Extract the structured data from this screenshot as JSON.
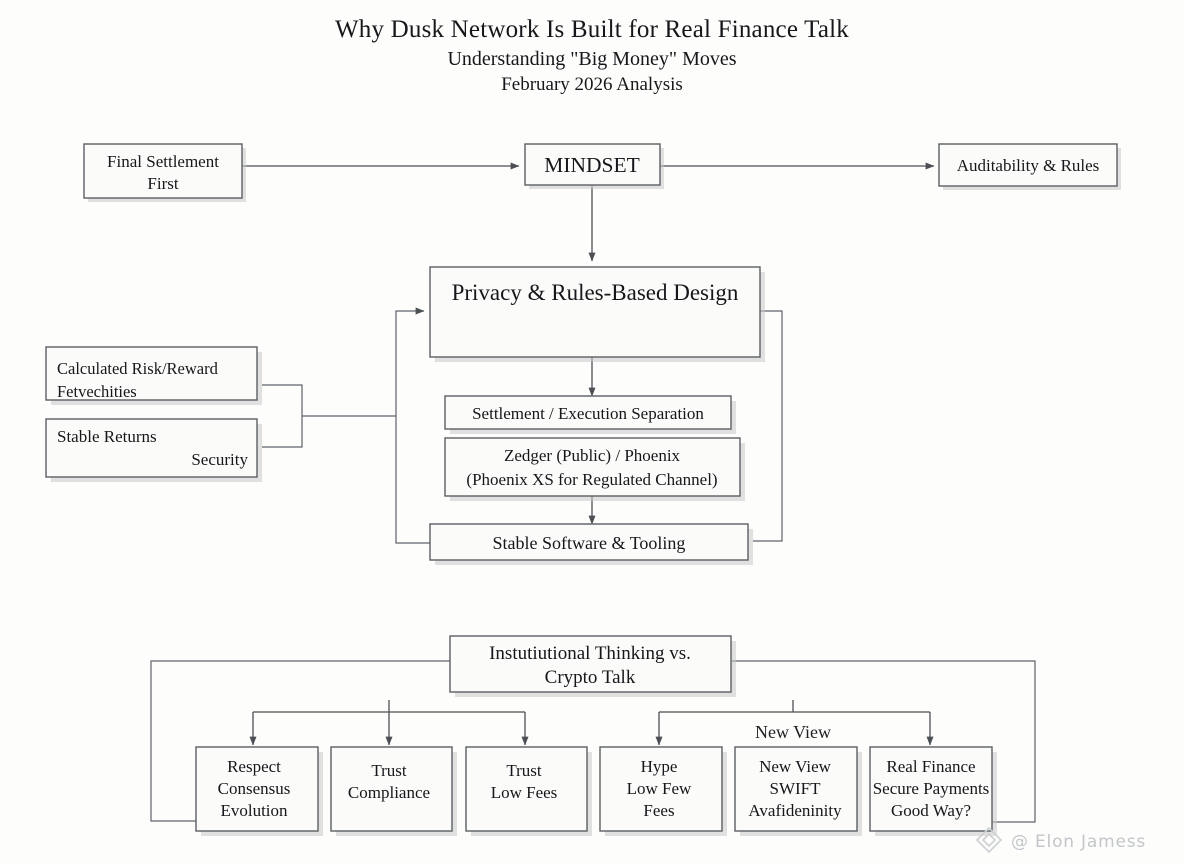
{
  "header": {
    "title": "Why Dusk Network Is Built for Real Finance Talk",
    "subtitle": "Understanding \"Big Money\" Moves",
    "date_line": "February 2026 Analysis"
  },
  "nodes": {
    "final_settlement": {
      "line1": "Final Settlement",
      "line2": "First"
    },
    "mindset": {
      "label": "MINDSET"
    },
    "auditability": {
      "label": "Auditability & Rules"
    },
    "privacy": {
      "label": "Privacy & Rules-Based Design"
    },
    "calculated_risk": {
      "line1": "Calculated Risk/Reward",
      "line2": "Fetvechities"
    },
    "stable_returns": {
      "line1": "Stable Returns",
      "line2": "Security"
    },
    "settlement_execution": {
      "label": "Settlement / Execution Separation"
    },
    "zedger": {
      "line1": "Zedger (Public) / Phoenix",
      "line2": "(Phoenix XS for Regulated Channel)"
    },
    "stable_software": {
      "label": "Stable Software & Tooling"
    },
    "institutional": {
      "line1": "Instutiutional Thinking vs.",
      "line2": "Crypto Talk"
    },
    "respect": {
      "line1": "Respect",
      "line2": "Consensus",
      "line3": "Evolution"
    },
    "trust_compliance": {
      "line1": "Trust",
      "line2": "Compliance"
    },
    "trust_low_fees": {
      "line1": "Trust",
      "line2": "Low Fees"
    },
    "hype": {
      "line1": "Hype",
      "line2": "Low Few",
      "line3": "Fees"
    },
    "new_view_swift": {
      "line1": "New View",
      "line2": "SWIFT",
      "line3": "Avafideninity"
    },
    "real_finance": {
      "line1": "Real Finance",
      "line2": "Secure Payments",
      "line3": "Good Way?"
    }
  },
  "labels": {
    "new_view_branch": "New View"
  },
  "watermark": {
    "handle": "@ Elon Jamess",
    "logo_name": "diamond-logo"
  },
  "colors": {
    "page_background": "#fdfdfc",
    "node_fill": "#fbfbfa",
    "node_stroke": "#5b5f63",
    "connector": "#4c5054",
    "text": "#15171a",
    "watermark": "#c3c6c9"
  }
}
